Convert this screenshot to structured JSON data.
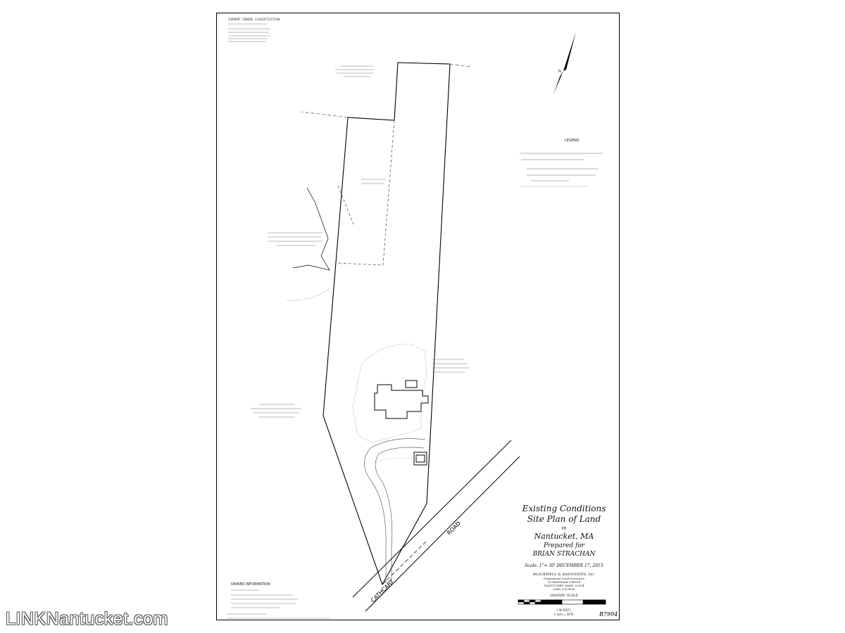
{
  "sheet": {
    "title_line1": "Existing Conditions",
    "title_line2": "Site Plan of Land",
    "title_in": "in",
    "location": "Nantucket, MA",
    "prepared_for_label": "Prepared for",
    "client": "BRIAN STRACHAN",
    "scale_and_date": "Scale: 1\"= 30'   DECEMBER 17, 2015",
    "surveyor_name": "BLACKWELL & ASSOCIATES, Inc.",
    "surveyor_lines": [
      "Professional Land Surveyors",
      "20 TEASDALE CIRCLE",
      "NANTUCKET, MASS. 02554",
      "(508) 228-9026"
    ],
    "graphic_scale_label": "GRAPHIC SCALE",
    "graphic_scale_unit": "( IN FEET )",
    "graphic_scale_sub": "1 inch = 30 ft.",
    "plan_number": "B7994",
    "road_label": "CATHCART",
    "road_suffix": "ROAD",
    "owner_info_heading": "OWNER INFORMATION",
    "legend_heading": "LEGEND",
    "zoning_heading": "CURRENT ZONING CLASSIFICATION",
    "map_symbol": "N"
  },
  "watermark": "LINKNantucket.com"
}
